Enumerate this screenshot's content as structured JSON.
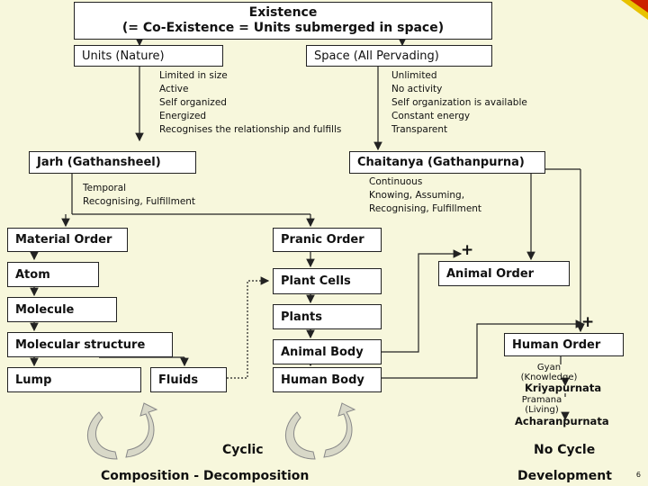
{
  "existence": {
    "title": "Existence",
    "subtitle": "(= Co-Existence = Units submerged in space)"
  },
  "units_nature": "Units (Nature)",
  "space": "Space (All Pervading)",
  "units_props": [
    "Limited in size",
    "Active",
    "Self organized",
    "Energized",
    "Recognises the relationship and fulfills"
  ],
  "space_props": [
    "Unlimited",
    "No activity",
    "Self organization is available",
    "Constant energy",
    "Transparent"
  ],
  "jarh": "Jarh (Gathansheel)",
  "chaitanya": "Chaitanya (Gathanpurna)",
  "jarh_props": [
    "Temporal",
    "Recognising, Fulfillment"
  ],
  "chaitanya_props": [
    "Continuous",
    "Knowing, Assuming,",
    "Recognising, Fulfillment"
  ],
  "material_order": "Material Order",
  "atom": "Atom",
  "molecule": "Molecule",
  "molecular_structure": "Molecular structure",
  "lump": "Lump",
  "fluids": "Fluids",
  "pranic_order": "Pranic Order",
  "plant_cells": "Plant Cells",
  "plants": "Plants",
  "animal_body": "Animal Body",
  "human_body": "Human Body",
  "animal_order": "Animal Order",
  "human_order": "Human Order",
  "plus_sign": "+",
  "gyan": "Gyan",
  "knowledge": "(Knowledge)",
  "kriyapurnata": "Kriyapurnata",
  "pramana": "Pramana",
  "living": "(Living)",
  "acharanpurnata": "Acharanpurnata",
  "cyclic": "Cyclic",
  "no_cycle": "No Cycle",
  "composition": "Composition - Decomposition",
  "development": "Development",
  "page_number": "6",
  "colors": {
    "corner_yellow": "#e8c200",
    "corner_red": "#cc2200",
    "background": "#f7f7dc"
  }
}
